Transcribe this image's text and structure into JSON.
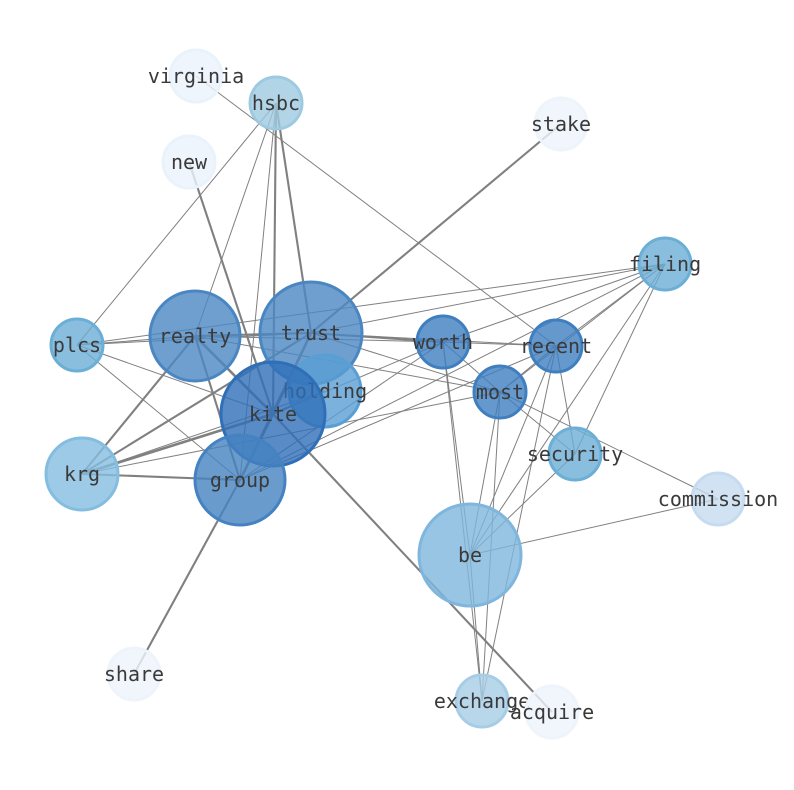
{
  "nodes": [
    {
      "id": "virginia",
      "label": "virginia",
      "color": "#eaf2fb"
    },
    {
      "id": "hsbc",
      "label": "hsbc",
      "color": "#9ecae1"
    },
    {
      "id": "stake",
      "label": "stake",
      "color": "#eef4fb"
    },
    {
      "id": "new",
      "label": "new",
      "color": "#eaf2fb"
    },
    {
      "id": "filing",
      "label": "filing",
      "color": "#6baed6"
    },
    {
      "id": "plcs",
      "label": "plcs",
      "color": "#6baed6"
    },
    {
      "id": "realty",
      "label": "realty",
      "color": "#4a87c2"
    },
    {
      "id": "trust",
      "label": "trust",
      "color": "#4a87c2"
    },
    {
      "id": "worth",
      "label": "worth",
      "color": "#3f7fc0"
    },
    {
      "id": "recent",
      "label": "recent",
      "color": "#3f7fc0"
    },
    {
      "id": "holding",
      "label": "holding",
      "color": "#5a9fd4"
    },
    {
      "id": "most",
      "label": "most",
      "color": "#3f7fc0"
    },
    {
      "id": "kite",
      "label": "kite",
      "color": "#2f6fb8"
    },
    {
      "id": "krg",
      "label": "krg",
      "color": "#85bde0"
    },
    {
      "id": "group",
      "label": "group",
      "color": "#4582c1"
    },
    {
      "id": "security",
      "label": "security",
      "color": "#6baed6"
    },
    {
      "id": "commission",
      "label": "commission",
      "color": "#c6dbef"
    },
    {
      "id": "be",
      "label": "be",
      "color": "#7fb6dd"
    },
    {
      "id": "share",
      "label": "share",
      "color": "#eef4fb"
    },
    {
      "id": "exchange",
      "label": "exchange",
      "color": "#a6cde6"
    },
    {
      "id": "acquire",
      "label": "acquire",
      "color": "#eef4fb"
    }
  ],
  "edges": [
    {
      "source": "kite",
      "target": "trust",
      "weight": 3
    },
    {
      "source": "kite",
      "target": "realty",
      "weight": 3
    },
    {
      "source": "kite",
      "target": "group",
      "weight": 3
    },
    {
      "source": "kite",
      "target": "krg",
      "weight": 3
    },
    {
      "source": "kite",
      "target": "holding",
      "weight": 2
    },
    {
      "source": "kite",
      "target": "hsbc",
      "weight": 2
    },
    {
      "source": "kite",
      "target": "new",
      "weight": 2
    },
    {
      "source": "kite",
      "target": "acquire",
      "weight": 2
    },
    {
      "source": "kite",
      "target": "plcs",
      "weight": 1
    },
    {
      "source": "kite",
      "target": "worth",
      "weight": 1
    },
    {
      "source": "realty",
      "target": "trust",
      "weight": 2
    },
    {
      "source": "realty",
      "target": "group",
      "weight": 2
    },
    {
      "source": "realty",
      "target": "krg",
      "weight": 2
    },
    {
      "source": "realty",
      "target": "plcs",
      "weight": 1
    },
    {
      "source": "realty",
      "target": "worth",
      "weight": 1
    },
    {
      "source": "realty",
      "target": "most",
      "weight": 1
    },
    {
      "source": "realty",
      "target": "hsbc",
      "weight": 1
    },
    {
      "source": "trust",
      "target": "group",
      "weight": 2
    },
    {
      "source": "trust",
      "target": "krg",
      "weight": 2
    },
    {
      "source": "trust",
      "target": "stake",
      "weight": 2
    },
    {
      "source": "trust",
      "target": "hsbc",
      "weight": 2
    },
    {
      "source": "trust",
      "target": "worth",
      "weight": 2
    },
    {
      "source": "trust",
      "target": "plcs",
      "weight": 1
    },
    {
      "source": "trust",
      "target": "recent",
      "weight": 1
    },
    {
      "source": "trust",
      "target": "most",
      "weight": 1
    },
    {
      "source": "trust",
      "target": "filing",
      "weight": 1
    },
    {
      "source": "group",
      "target": "krg",
      "weight": 2
    },
    {
      "source": "group",
      "target": "share",
      "weight": 2
    },
    {
      "source": "group",
      "target": "hsbc",
      "weight": 1
    },
    {
      "source": "group",
      "target": "plcs",
      "weight": 1
    },
    {
      "source": "group",
      "target": "filing",
      "weight": 1
    },
    {
      "source": "group",
      "target": "recent",
      "weight": 1
    },
    {
      "source": "group",
      "target": "worth",
      "weight": 1
    },
    {
      "source": "worth",
      "target": "recent",
      "weight": 1
    },
    {
      "source": "worth",
      "target": "most",
      "weight": 1
    },
    {
      "source": "worth",
      "target": "be",
      "weight": 1
    },
    {
      "source": "worth",
      "target": "exchange",
      "weight": 1
    },
    {
      "source": "worth",
      "target": "filing",
      "weight": 1
    },
    {
      "source": "recent",
      "target": "most",
      "weight": 1
    },
    {
      "source": "recent",
      "target": "be",
      "weight": 1
    },
    {
      "source": "recent",
      "target": "exchange",
      "weight": 1
    },
    {
      "source": "recent",
      "target": "security",
      "weight": 1
    },
    {
      "source": "recent",
      "target": "filing",
      "weight": 1
    },
    {
      "source": "recent",
      "target": "virginia",
      "weight": 1
    },
    {
      "source": "most",
      "target": "be",
      "weight": 1
    },
    {
      "source": "most",
      "target": "exchange",
      "weight": 1
    },
    {
      "source": "most",
      "target": "security",
      "weight": 1
    },
    {
      "source": "most",
      "target": "filing",
      "weight": 1
    },
    {
      "source": "most",
      "target": "commission",
      "weight": 1
    },
    {
      "source": "filing",
      "target": "be",
      "weight": 1
    },
    {
      "source": "filing",
      "target": "security",
      "weight": 1
    },
    {
      "source": "filing",
      "target": "plcs",
      "weight": 1
    },
    {
      "source": "security",
      "target": "be",
      "weight": 1
    },
    {
      "source": "be",
      "target": "exchange",
      "weight": 1
    },
    {
      "source": "be",
      "target": "commission",
      "weight": 1
    },
    {
      "source": "plcs",
      "target": "hsbc",
      "weight": 1
    },
    {
      "source": "krg",
      "target": "holding",
      "weight": 1
    },
    {
      "source": "krg",
      "target": "most",
      "weight": 1
    }
  ]
}
